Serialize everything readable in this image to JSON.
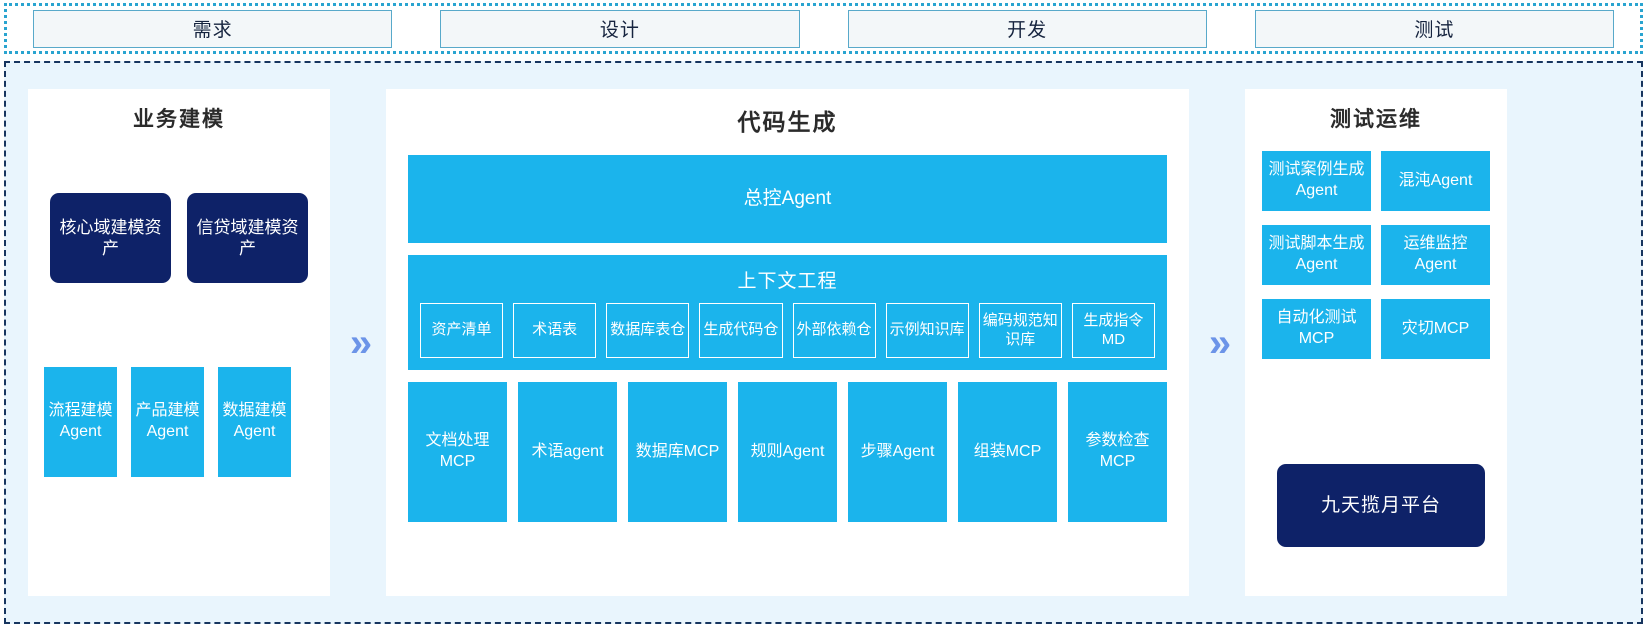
{
  "phases": {
    "items": [
      {
        "label": "需求"
      },
      {
        "label": "设计"
      },
      {
        "label": "开发"
      },
      {
        "label": "测试"
      }
    ]
  },
  "connectors": {
    "left_to_mid": "»",
    "mid_to_right": "»"
  },
  "panels": {
    "business_modeling": {
      "title": "业务建模",
      "assets": [
        {
          "label": "核心域建模资产"
        },
        {
          "label": "信贷域建模资产"
        }
      ],
      "agents": [
        {
          "label": "流程建模Agent"
        },
        {
          "label": "产品建模Agent"
        },
        {
          "label": "数据建模Agent"
        }
      ]
    },
    "code_generation": {
      "title": "代码生成",
      "master_agent": {
        "label": "总控Agent"
      },
      "context_engineering": {
        "title": "上下文工程",
        "items": [
          {
            "label": "资产清单"
          },
          {
            "label": "术语表"
          },
          {
            "label": "数据库表仓"
          },
          {
            "label": "生成代码仓"
          },
          {
            "label": "外部依赖仓"
          },
          {
            "label": "示例知识库"
          },
          {
            "label": "编码规范知识库"
          },
          {
            "label": "生成指令MD"
          }
        ]
      },
      "tools": [
        {
          "label": "文档处理MCP"
        },
        {
          "label": "术语agent"
        },
        {
          "label": "数据库MCP"
        },
        {
          "label": "规则Agent"
        },
        {
          "label": "步骤Agent"
        },
        {
          "label": "组装MCP"
        },
        {
          "label": "参数检查MCP"
        }
      ]
    },
    "test_ops": {
      "title": "测试运维",
      "items": [
        {
          "label": "测试案例生成Agent"
        },
        {
          "label": "混沌Agent"
        },
        {
          "label": "测试脚本生成Agent"
        },
        {
          "label": "运维监控Agent"
        },
        {
          "label": "自动化测试MCP"
        },
        {
          "label": "灾切MCP"
        }
      ],
      "platform": {
        "label": "九天揽月平台"
      }
    }
  },
  "colors": {
    "cyan": "#1BB4EC",
    "navy": "#0E2268",
    "panel_bg": "#E9F5FD",
    "chevron": "#6C94E8",
    "phase_border": "#58A9CA",
    "frame_dash": "#17355F"
  }
}
